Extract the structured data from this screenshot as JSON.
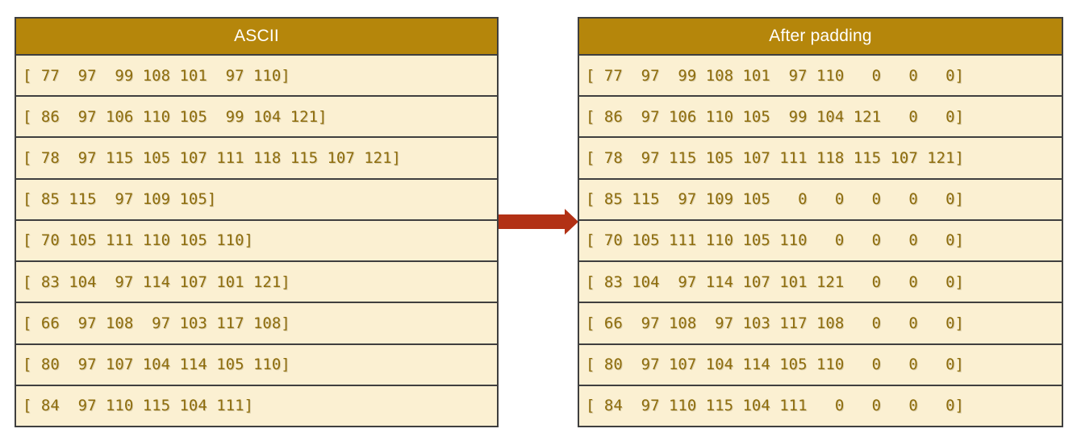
{
  "colors": {
    "page_bg": "#ffffff",
    "header_bg": "#b5860b",
    "header_text": "#ffffff",
    "cell_bg": "#fbf0d2",
    "cell_text": "#8e6d0d",
    "border": "#3f3f3f",
    "arrow": "#b23115"
  },
  "ascii_table": {
    "title": "ASCII",
    "rows": [
      "[ 77  97  99 108 101  97 110]",
      "[ 86  97 106 110 105  99 104 121]",
      "[ 78  97 115 105 107 111 118 115 107 121]",
      "[ 85 115  97 109 105]",
      "[ 70 105 111 110 105 110]",
      "[ 83 104  97 114 107 101 121]",
      "[ 66  97 108  97 103 117 108]",
      "[ 80  97 107 104 114 105 110]",
      "[ 84  97 110 115 104 111]"
    ]
  },
  "padded_table": {
    "title": "After padding",
    "rows": [
      "[ 77  97  99 108 101  97 110   0   0   0]",
      "[ 86  97 106 110 105  99 104 121   0   0]",
      "[ 78  97 115 105 107 111 118 115 107 121]",
      "[ 85 115  97 109 105   0   0   0   0   0]",
      "[ 70 105 111 110 105 110   0   0   0   0]",
      "[ 83 104  97 114 107 101 121   0   0   0]",
      "[ 66  97 108  97 103 117 108   0   0   0]",
      "[ 80  97 107 104 114 105 110   0   0   0]",
      "[ 84  97 110 115 104 111   0   0   0   0]"
    ]
  }
}
